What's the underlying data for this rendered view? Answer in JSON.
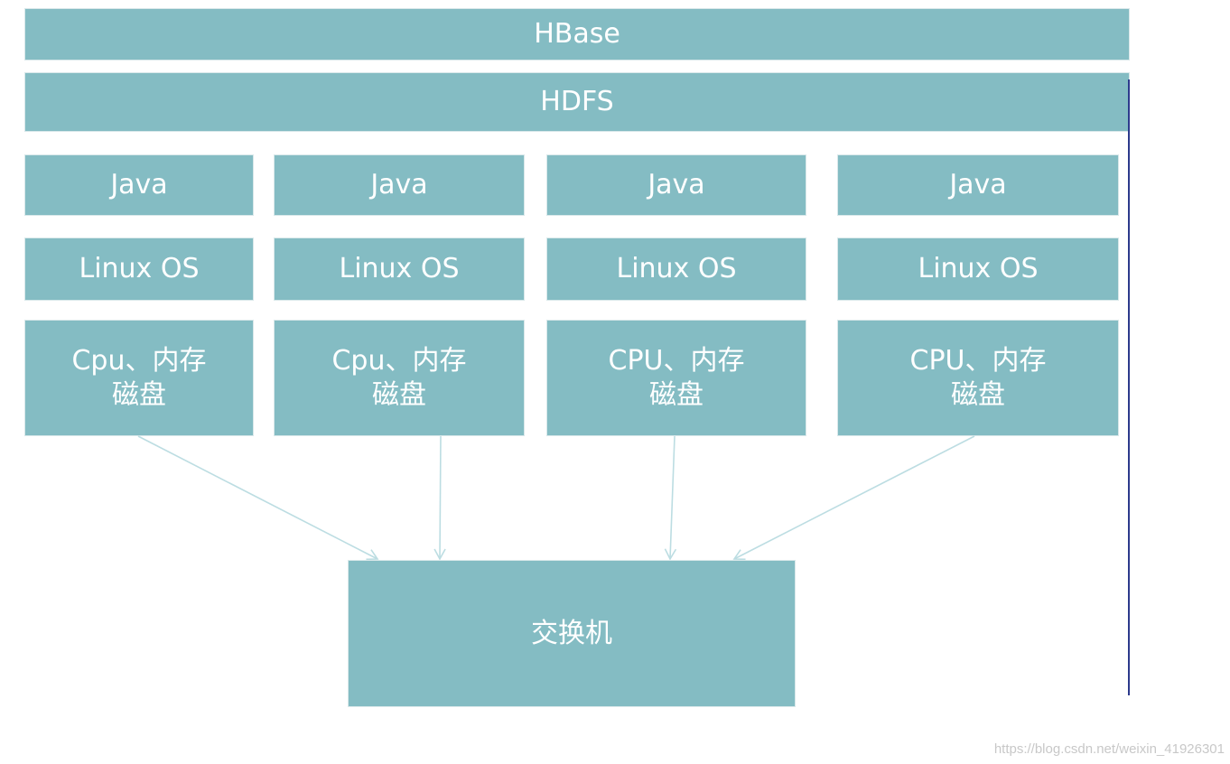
{
  "layers": {
    "hbase": "HBase",
    "hdfs": "HDFS"
  },
  "nodes": [
    {
      "java": "Java",
      "os": "Linux OS",
      "hardware": "Cpu、内存\n磁盘"
    },
    {
      "java": "Java",
      "os": "Linux OS",
      "hardware": "Cpu、内存\n磁盘"
    },
    {
      "java": "Java",
      "os": "Linux OS",
      "hardware": "CPU、内存\n磁盘"
    },
    {
      "java": "Java",
      "os": "Linux OS",
      "hardware": "CPU、内存\n磁盘"
    }
  ],
  "switch": "交换机",
  "watermark": "https://blog.csdn.net/weixin_41926301",
  "colors": {
    "box_fill": "#84bcc3",
    "box_text": "#ffffff",
    "arrow": "#bcdde2",
    "side_line": "#2d3a8c"
  }
}
